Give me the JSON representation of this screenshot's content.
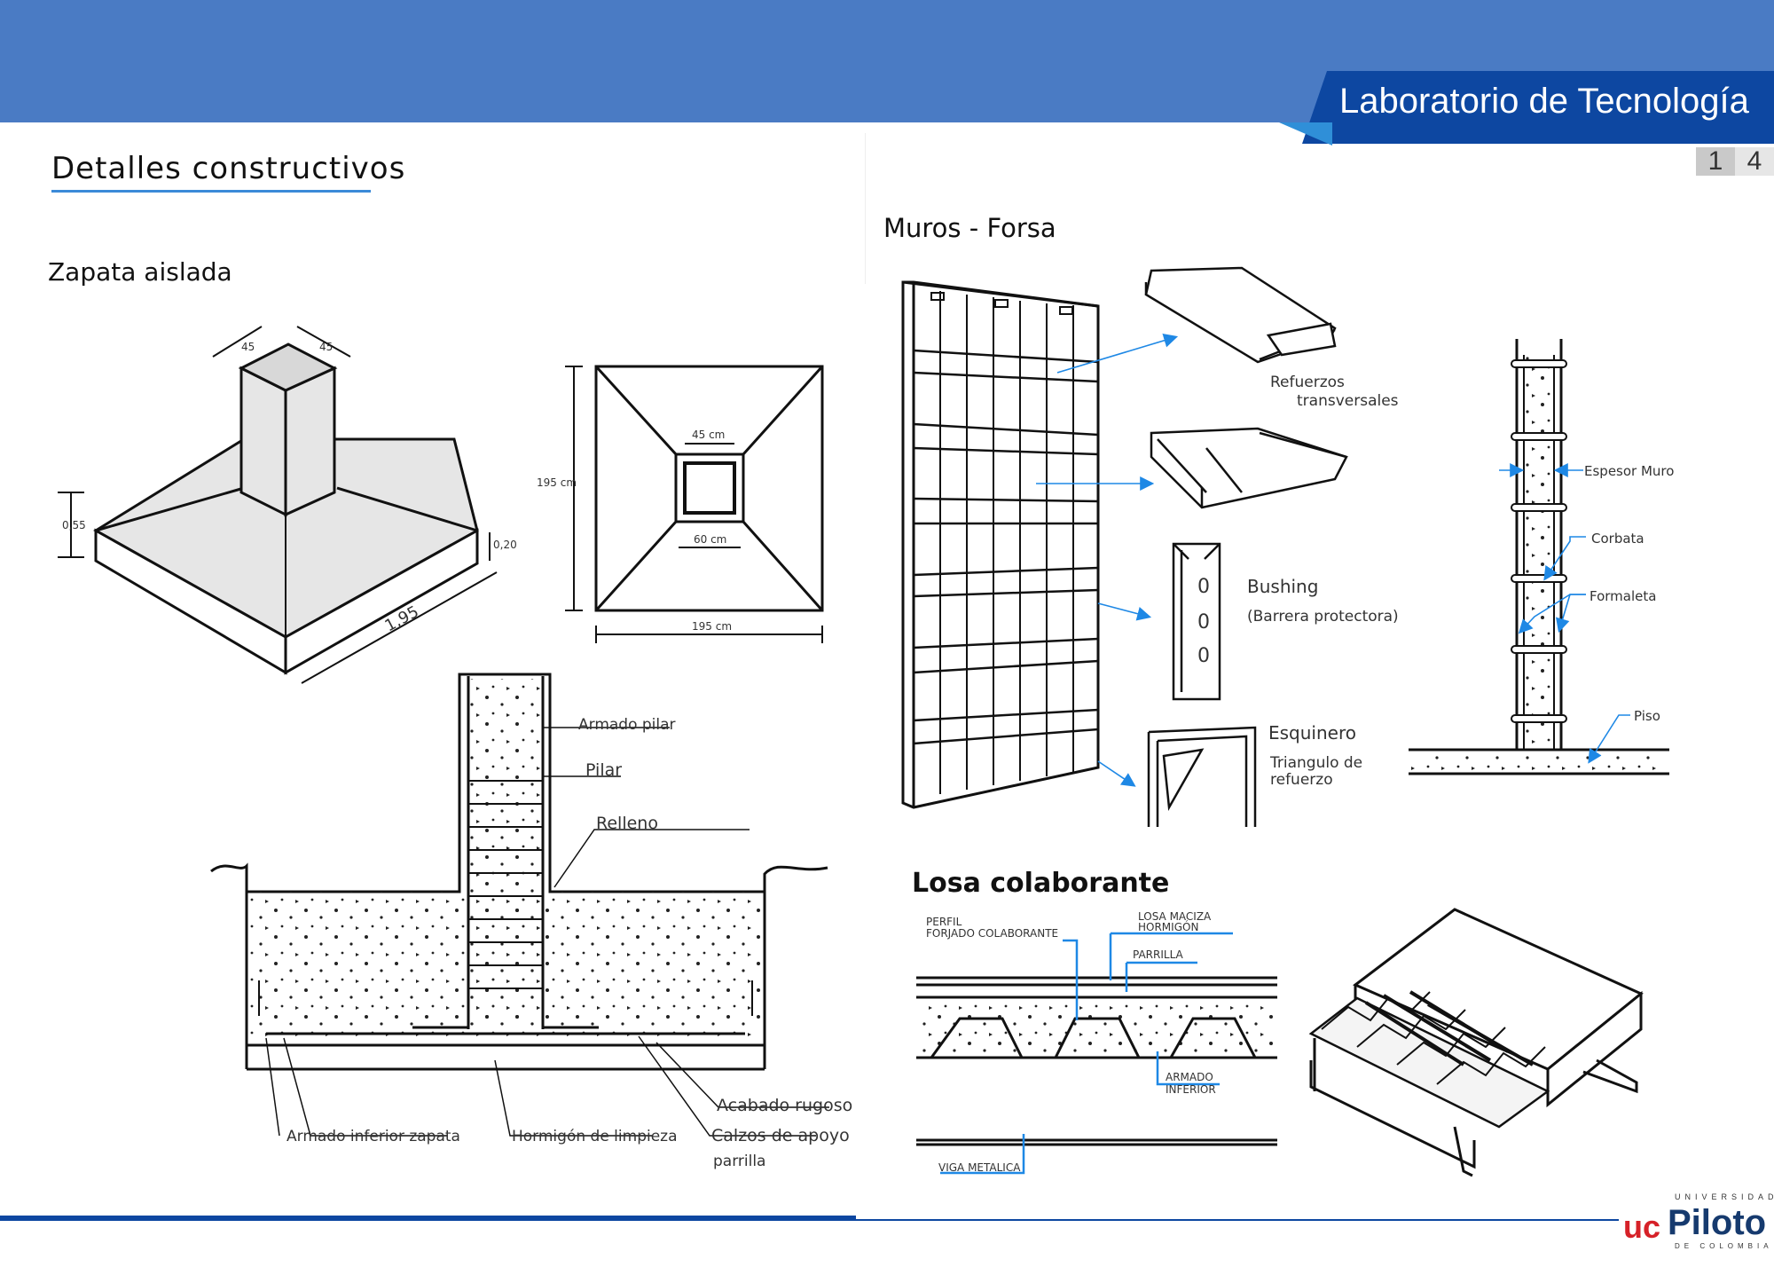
{
  "header": {
    "lab_title": "Laboratorio de Tecnología",
    "page": [
      "1",
      "4"
    ]
  },
  "titles": {
    "main": "Detalles constructivos",
    "zapata": "Zapata aislada",
    "muros": "Muros - Forsa",
    "losa": "Losa colaborante"
  },
  "zapata_iso": {
    "dim_top_a": "45",
    "dim_top_b": "45",
    "height": "0,55",
    "thickness": "0,20",
    "width": "1,95"
  },
  "zapata_plan": {
    "inner_top": "45 cm",
    "inner_bottom": "60 cm",
    "left": "195 cm",
    "bottom": "195 cm"
  },
  "zapata_section": {
    "armado_pilar": "Armado pilar",
    "pilar": "Pilar",
    "relleno": "Relleno",
    "acabado": "Acabado rugoso",
    "armado_inferior": "Armado inferior zapata",
    "hormigon": "Hormigón de limpieza",
    "calzos_1": "Calzos de apoyo",
    "calzos_2": "parrilla"
  },
  "muros": {
    "refuerzos_1": "Refuerzos",
    "refuerzos_2": "transversales",
    "bushing_1": "Bushing",
    "bushing_2": "(Barrera protectora)",
    "esquinero_1": "Esquinero",
    "esquinero_2": "Triangulo de",
    "esquinero_3": "refuerzo",
    "espesor": "Espesor Muro",
    "corbata": "Corbata",
    "formaleta": "Formaleta",
    "piso": "Piso"
  },
  "losa": {
    "perfil_1": "PERFIL",
    "perfil_2": "FORJADO COLABORANTE",
    "maciza_1": "LOSA MACIZA",
    "maciza_2": "HORMIGÓN",
    "parrilla": "PARRILLA",
    "armado_1": "ARMADO",
    "armado_2": "INFERIOR",
    "viga": "VIGA METALICA"
  },
  "logo": {
    "top": "UNIVERSIDAD",
    "uc": "uc",
    "name": "Piloto",
    "bottom": "DE COLOMBIA"
  },
  "colors": {
    "header_bar": "#4a7bc4",
    "tag": "#0d47a1",
    "accent": "#2f8fd8",
    "leader": "#1e88e5"
  }
}
